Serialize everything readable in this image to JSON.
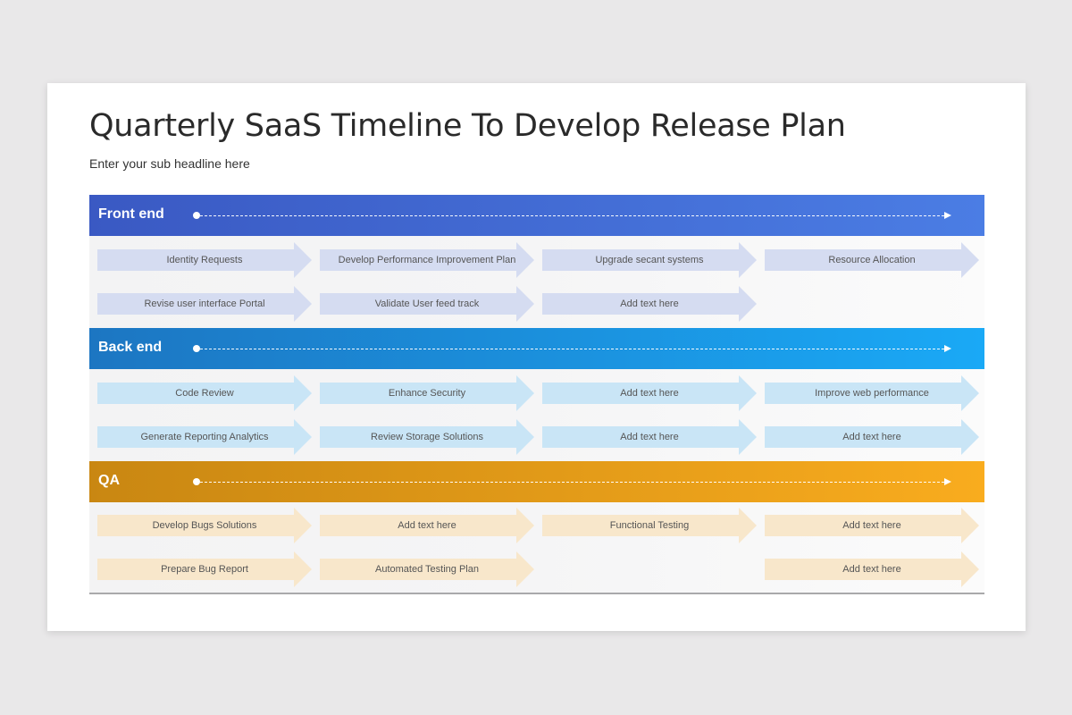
{
  "title": "Quarterly SaaS Timeline To Develop Release Plan",
  "subtitle": "Enter your sub headline here",
  "colors": {
    "front_end_band": [
      "#3a59c3",
      "#4b7de4"
    ],
    "back_end_band": [
      "#1c76c2",
      "#1aa9f6"
    ],
    "qa_band": [
      "#c98712",
      "#f9ac1e"
    ],
    "front_end_chevron": "#d5dcf1",
    "back_end_chevron": "#c9e5f6",
    "qa_chevron": "#f8e7cb"
  },
  "icons": [
    "dot-marker-icon",
    "dashed-timeline-arrow-icon"
  ],
  "sections": [
    {
      "label": "Front end",
      "rows": [
        [
          "Identity Requests",
          "Develop Performance Improvement Plan",
          "Upgrade secant systems",
          "Resource Allocation"
        ],
        [
          "Revise user interface Portal",
          "Validate User feed track",
          "Add text here",
          null
        ]
      ]
    },
    {
      "label": "Back end",
      "rows": [
        [
          "Code Review",
          "Enhance Security",
          "Add text here",
          "Improve web performance"
        ],
        [
          "Generate Reporting Analytics",
          "Review Storage Solutions",
          "Add text here",
          "Add text here"
        ]
      ]
    },
    {
      "label": "QA",
      "rows": [
        [
          "Develop Bugs Solutions",
          "Add text here",
          "Functional Testing",
          "Add text here"
        ],
        [
          "Prepare Bug Report",
          "Automated Testing Plan",
          null,
          "Add text here"
        ]
      ]
    }
  ]
}
